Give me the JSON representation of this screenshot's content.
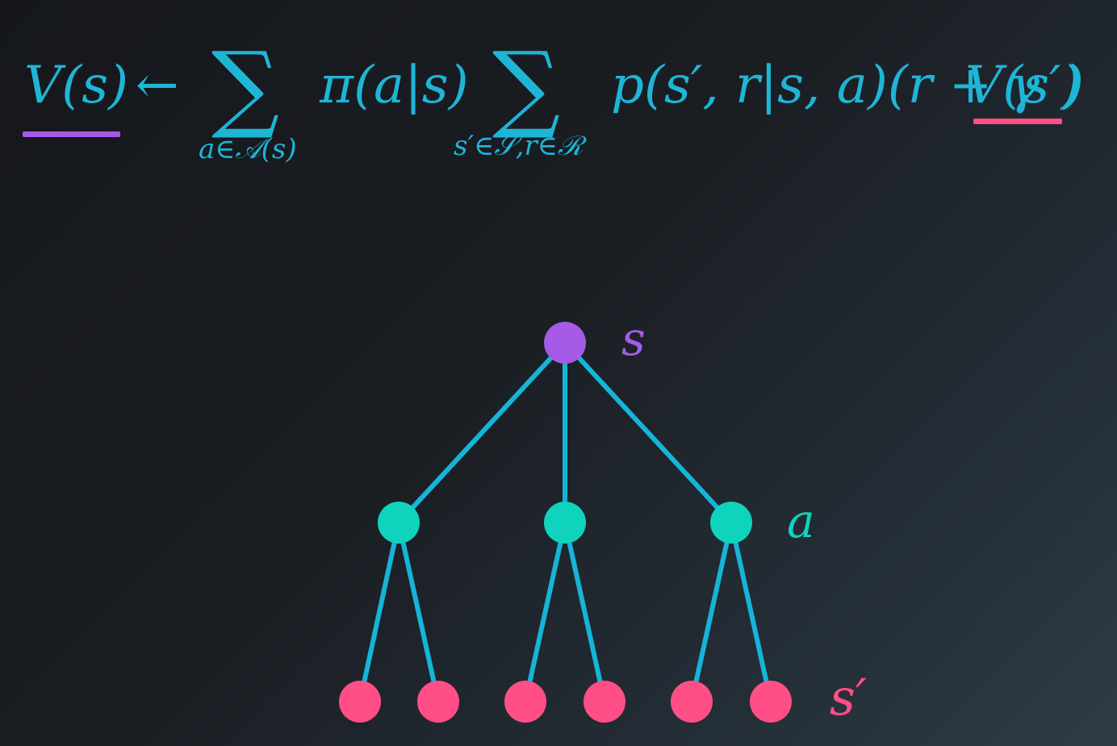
{
  "equation": {
    "lhs": "V(s)",
    "arrow": "←",
    "sigma1": "∑",
    "sub1": "a∈𝒜(s)",
    "pi_term": "π(a|s)",
    "sigma2": "∑",
    "sub2": "s′∈𝒮,r∈ℛ",
    "p_term": "p(s′, r|s, a)(r + γ",
    "v_next": "V(s′)",
    "close": ")"
  },
  "tree": {
    "labels": {
      "root": "s",
      "action": "a",
      "next": "s′"
    }
  },
  "colors": {
    "equation": "#1fb5d6",
    "edge": "#16b4d8",
    "root_node": "#a55be6",
    "action_node": "#10d3bd",
    "next_node": "#ff4f86",
    "underline_lhs": "#a55be6",
    "underline_rhs": "#ff4f86"
  }
}
